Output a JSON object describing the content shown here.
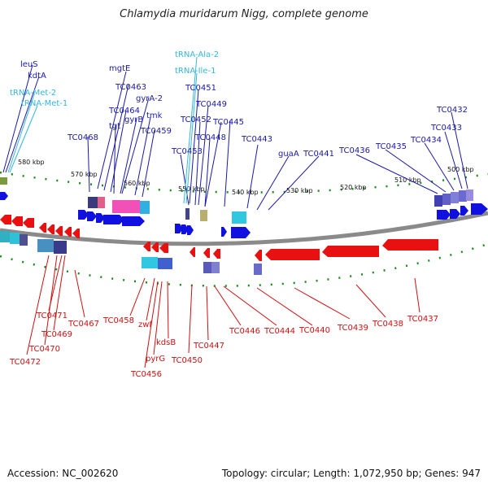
{
  "title": "Chlamydia muridarum Nigg, complete genome",
  "accession": "Accession: NC_002620",
  "topology": "Topology: circular; Length: 1,072,950 bp; Genes: 947",
  "colors": {
    "forward_label": "#1a1aa8",
    "trna_label": "#35b6d6",
    "reverse_label": "#cc1111",
    "forward_feature": "#1010e0",
    "reverse_feature": "#e81010",
    "backbone": "#888888",
    "tick_forward": "#1b8a1b"
  },
  "kbp_labels": [
    "580 kbp",
    "570 kbp",
    "560 kbp",
    "550 kbp",
    "540 kbp",
    "530 kbp",
    "520 kbp",
    "510 kbp",
    "500 kbp"
  ],
  "forward_labels": [
    {
      "text": "leuS"
    },
    {
      "text": "kdtA"
    },
    {
      "text": "tRNA-Met-2"
    },
    {
      "text": "tRNA-Met-1"
    },
    {
      "text": "mgtE"
    },
    {
      "text": "TC0463"
    },
    {
      "text": "TC0464"
    },
    {
      "text": "gyrA-2"
    },
    {
      "text": "gyrB"
    },
    {
      "text": "tgt"
    },
    {
      "text": "tmk"
    },
    {
      "text": "TC0459"
    },
    {
      "text": "TC0468"
    },
    {
      "text": "tRNA-Ala-2"
    },
    {
      "text": "tRNA-Ile-1"
    },
    {
      "text": "TC0451"
    },
    {
      "text": "TC0449"
    },
    {
      "text": "TC0452"
    },
    {
      "text": "TC0445"
    },
    {
      "text": "TC0448"
    },
    {
      "text": "TC0453"
    },
    {
      "text": "TC0443"
    },
    {
      "text": "guaA"
    },
    {
      "text": "TC0441"
    },
    {
      "text": "TC0436"
    },
    {
      "text": "TC0435"
    },
    {
      "text": "TC0434"
    },
    {
      "text": "TC0433"
    },
    {
      "text": "TC0432"
    }
  ],
  "reverse_labels": [
    {
      "text": "TC0471"
    },
    {
      "text": "TC0469"
    },
    {
      "text": "TC0470"
    },
    {
      "text": "TC0472"
    },
    {
      "text": "TC0467"
    },
    {
      "text": "TC0458"
    },
    {
      "text": "zwf"
    },
    {
      "text": "kdsB"
    },
    {
      "text": "pyrG"
    },
    {
      "text": "TC0456"
    },
    {
      "text": "TC0450"
    },
    {
      "text": "TC0447"
    },
    {
      "text": "TC0446"
    },
    {
      "text": "TC0444"
    },
    {
      "text": "TC0440"
    },
    {
      "text": "TC0439"
    },
    {
      "text": "TC0438"
    },
    {
      "text": "TC0437"
    }
  ]
}
